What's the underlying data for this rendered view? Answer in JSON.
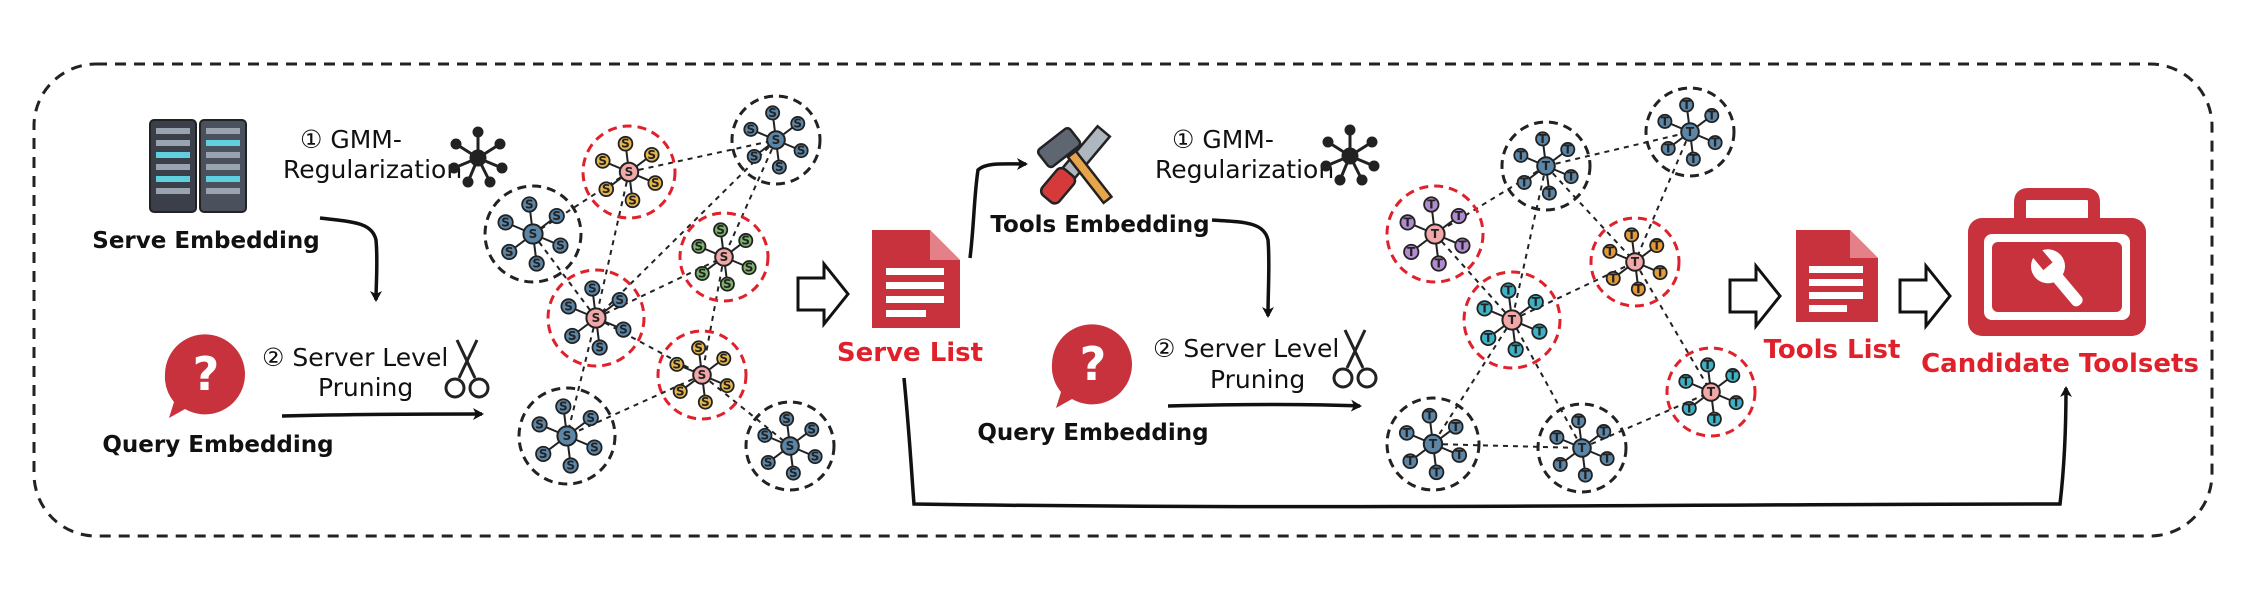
{
  "left": {
    "serve_embedding": "Serve Embedding",
    "query_embedding": "Query Embedding",
    "gmm_step": "① GMM-",
    "gmm_step_line2": "Regularization",
    "prune_step": "② Server Level",
    "prune_step_line2": "Pruning",
    "serve_list": "Serve List",
    "node_letter": "S"
  },
  "right": {
    "tools_embedding": "Tools Embedding",
    "query_embedding": "Query Embedding",
    "gmm_step": "① GMM-",
    "gmm_step_line2": "Regularization",
    "prune_step": "② Server Level",
    "prune_step_line2": "Pruning",
    "tools_list": "Tools List",
    "candidate_toolsets": "Candidate Toolsets",
    "node_letter": "T"
  },
  "colors": {
    "accent_red": "#e0202a",
    "icon_red": "#c8323c",
    "cluster_blue": "#5b86a8",
    "cluster_yellow": "#e6b64a",
    "cluster_green": "#7cb46a",
    "cluster_purple": "#b28ad0",
    "cluster_orange": "#e39a3a",
    "cluster_cyan": "#3eb2c4"
  },
  "icons": [
    "server-rack-icon",
    "question-bubble-icon",
    "network-icon",
    "scissors-icon",
    "document-icon",
    "tools-icon",
    "toolbox-icon",
    "hollow-arrow-icon"
  ]
}
